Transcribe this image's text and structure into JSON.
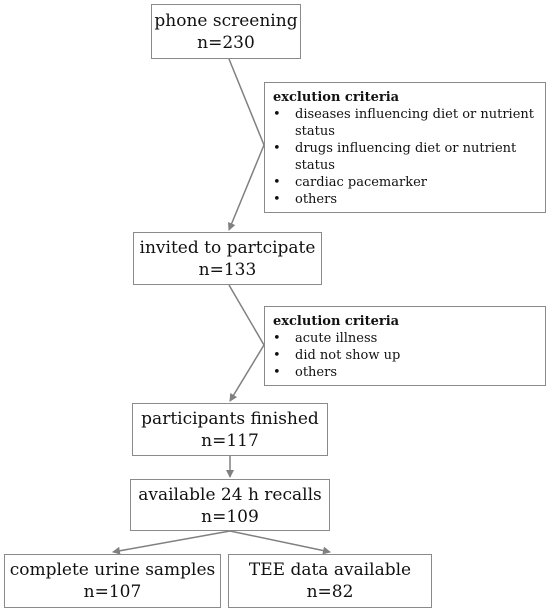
{
  "screening": {
    "title": "phone screening",
    "count": "n=230"
  },
  "exclusion_1": {
    "title": "exclution criteria",
    "items": [
      {
        "text": "diseases influencing diet or nutrient status"
      },
      {
        "text": "drugs influencing diet or nutrient status"
      },
      {
        "text": "cardiac pacemarker"
      },
      {
        "text": "others"
      }
    ]
  },
  "invited": {
    "title": "invited to partcipate",
    "count": "n=133"
  },
  "exclusion_2": {
    "title": "exclution criteria",
    "items": [
      {
        "text": "acute illness"
      },
      {
        "text": "did not show up"
      },
      {
        "text": "others"
      }
    ]
  },
  "finished": {
    "title": "participants finished",
    "count": "n=117"
  },
  "recalls": {
    "title": "available 24 h recalls",
    "count": "n=109"
  },
  "urine": {
    "title": "complete urine samples",
    "count": "n=107"
  },
  "tee": {
    "title": "TEE data available",
    "count": "n=82"
  },
  "bullet_symbol": "•",
  "colors": {
    "border": "#8a8a8a",
    "arrow": "#808080",
    "text": "#111111"
  }
}
